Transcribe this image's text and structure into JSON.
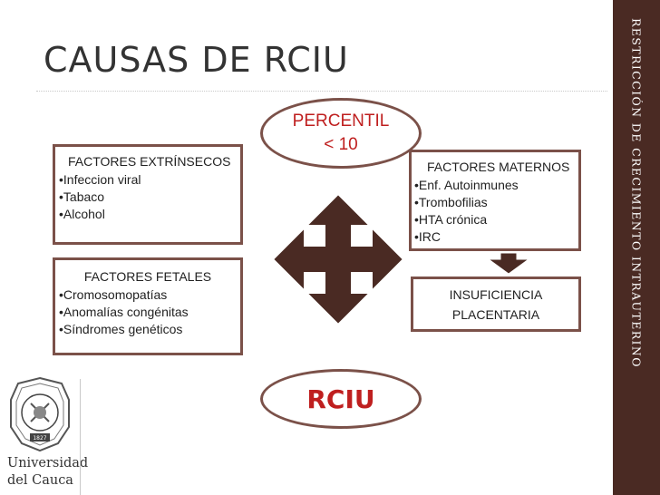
{
  "slide": {
    "title": "CAUSAS DE RCIU",
    "side_title": "RESTRICCIÓN DE CRECIMIENTO INTRAUTERINO"
  },
  "percentil": {
    "line1": "PERCENTIL",
    "line2": "< 10"
  },
  "rciu_label": "RCIU",
  "extrinsecos": {
    "title": "FACTORES EXTRÍNSECOS",
    "items": [
      "•Infeccion viral",
      "•Tabaco",
      "•Alcohol"
    ]
  },
  "fetales": {
    "title": "FACTORES FETALES",
    "items": [
      "•Cromosomopatías",
      "•Anomalías congénitas",
      "•Síndromes genéticos"
    ]
  },
  "maternos": {
    "title": "FACTORES MATERNOS",
    "items": [
      "•Enf. Autoinmunes",
      "•Trombofilias",
      "•HTA crónica",
      "•IRC"
    ]
  },
  "insuficiencia": {
    "line1": "INSUFICIENCIA",
    "line2": "PLACENTARIA"
  },
  "logo": {
    "name_line1": "Universidad",
    "name_line2": "del Cauca",
    "seal_year": "1827"
  },
  "colors": {
    "side_band": "#4a2a23",
    "arrow_fill": "#4a2a23",
    "box_border": "#7b5149",
    "highlight_text": "#bf1f1f"
  }
}
